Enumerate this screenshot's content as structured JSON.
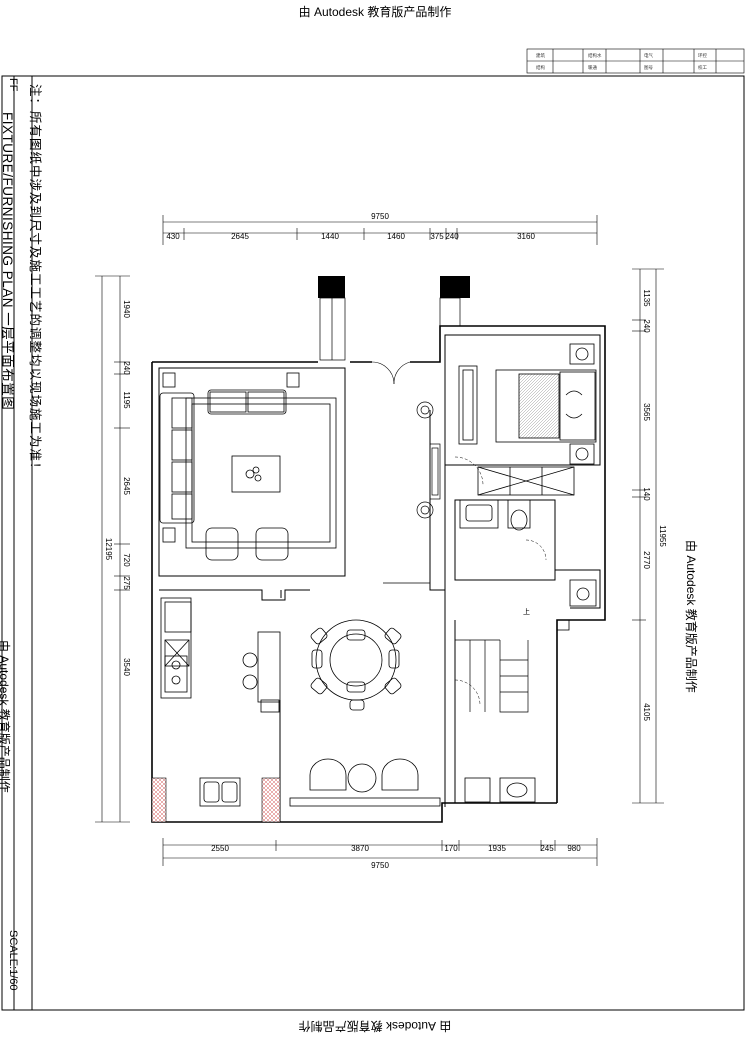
{
  "watermarks": {
    "top": "由 Autodesk 教育版产品制作",
    "bottom": "由 Autodesk 教育版产品制作",
    "right": "由 Autodesk 教育版产品制作",
    "left": "由 Autodesk 教育版产品制作"
  },
  "title_block": {
    "row1": [
      "建筑",
      "结构水",
      "电气",
      "环控"
    ],
    "row2": [
      "结构",
      "暖通",
      "图号",
      "校工"
    ]
  },
  "side": {
    "code": "FF",
    "title": "FIXTURE/FURNISHING PLAN  一层平面布置图",
    "note": "注：所有图纸中涉及到尺寸及施工工艺的调整均以现场施工为准！",
    "scale": "SCALE:1/60"
  },
  "dimensions": {
    "top_total": "9750",
    "top": [
      "430",
      "2645",
      "1440",
      "1460",
      "375",
      "240",
      "3160"
    ],
    "bottom_total": "9750",
    "bottom": [
      "2550",
      "3870",
      "170",
      "1935",
      "245",
      "980"
    ],
    "left_total": "12195",
    "left": [
      "1940",
      "240",
      "1195",
      "2645",
      "720",
      "275",
      "3540"
    ],
    "right_total": "11955",
    "right": [
      "1135",
      "240",
      "3565",
      "140",
      "2770",
      "4105"
    ]
  },
  "labels": {
    "stair_up": "上"
  }
}
